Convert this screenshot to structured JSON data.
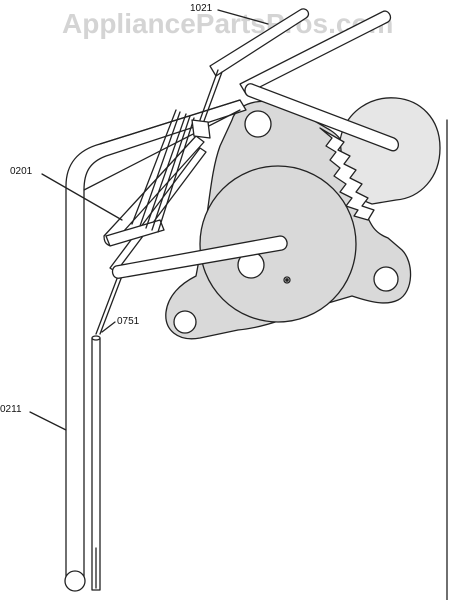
{
  "watermark": "AppliancePartsPros.com",
  "callouts": [
    {
      "id": "1021",
      "label": "1021"
    },
    {
      "id": "0201",
      "label": "0201"
    },
    {
      "id": "0751",
      "label": "0751"
    },
    {
      "id": "0211",
      "label": "0211"
    }
  ],
  "colors": {
    "line": "#222222",
    "motor_fill": "#d9d9d9",
    "tube_fill": "#ffffff",
    "watermark": "#d4d4d4"
  }
}
